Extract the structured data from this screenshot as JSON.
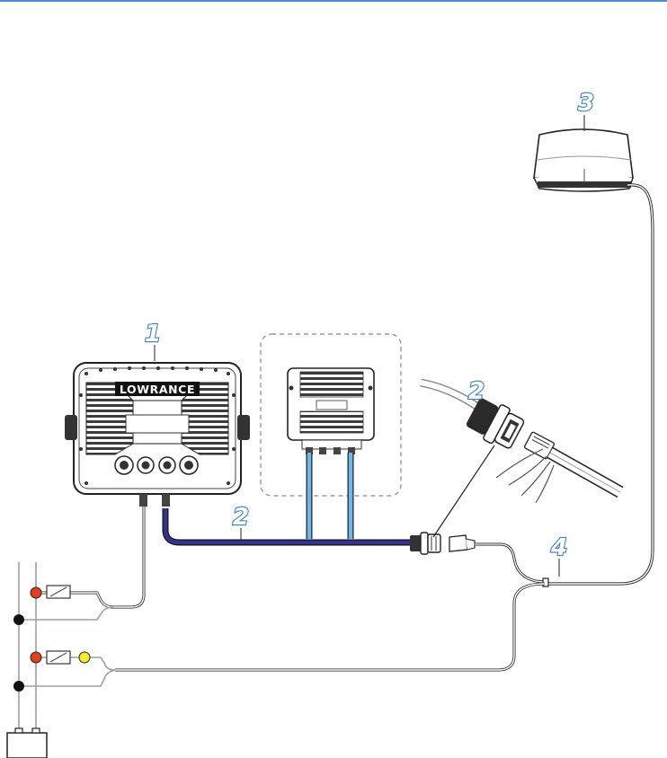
{
  "diagram": {
    "brand_label": "LOWRANCE",
    "callouts": [
      "1",
      "2",
      "2",
      "3",
      "4"
    ],
    "colors": {
      "callout": "#3a7fc4",
      "top_rule": "#4a90d9",
      "ethernet_cable": "#35348a",
      "nmea_cable": "#6fb7e8",
      "power_wire": "#9aa0a8",
      "fuse_positive": "#e2401c",
      "indicator_yellow": "#f2ee2a",
      "ground": "#111111"
    },
    "icons": [
      "battery-icon",
      "fuse-icon",
      "ethernet-connector-icon",
      "rj45-plug-icon",
      "radar-dome-icon",
      "display-unit-icon",
      "interface-module-icon"
    ]
  }
}
